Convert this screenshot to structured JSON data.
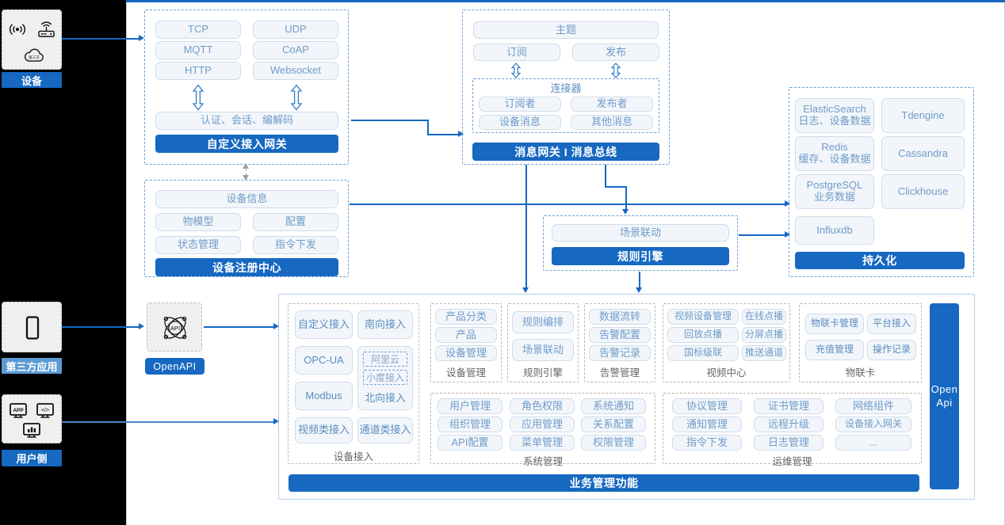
{
  "left_rail": {
    "items": [
      {
        "label": "设备",
        "icons": [
          "signal-tower-icon",
          "router-icon",
          "cloud-icon"
        ],
        "style": "solid"
      },
      {
        "label": "第三方应用",
        "icons": [
          "mobile-phone-icon"
        ],
        "style": "pale"
      },
      {
        "label": "用户侧",
        "icons": [
          "app-monitor-icon",
          "code-monitor-icon",
          "chart-monitor-icon"
        ],
        "style": "solid"
      }
    ]
  },
  "openapi": {
    "icon": "api-atom-icon",
    "label": "OpenAPI"
  },
  "gateway": {
    "protocols": [
      "TCP",
      "UDP",
      "MQTT",
      "CoAP",
      "HTTP",
      "Websocket"
    ],
    "middle": "认证、会话、编解码",
    "bar": "自定义接入网关"
  },
  "message_bus": {
    "topic": "主题",
    "subscribe": "订阅",
    "publish": "发布",
    "connector_title": "连接器",
    "connector_items": [
      "订阅者",
      "发布者",
      "设备消息",
      "其他消息"
    ],
    "bar": "消息网关 I 消息总线"
  },
  "registry": {
    "info": "设备信息",
    "items": [
      "物模型",
      "配置",
      "状态管理",
      "指令下发"
    ],
    "bar": "设备注册中心"
  },
  "rule_engine": {
    "scene": "场景联动",
    "bar": "规则引擎"
  },
  "persistence": {
    "items": [
      {
        "name": "ElasticSearch",
        "sub": "日志、设备数据"
      },
      {
        "name": "Tdengine",
        "sub": ""
      },
      {
        "name": "Redis",
        "sub": "缓存、设备数据"
      },
      {
        "name": "Cassandra",
        "sub": ""
      },
      {
        "name": "PostgreSQL",
        "sub": "业务数据"
      },
      {
        "name": "Clickhouse",
        "sub": ""
      },
      {
        "name": "Influxdb",
        "sub": ""
      }
    ],
    "bar": "持久化"
  },
  "business": {
    "bottom_bar": "业务管理功能",
    "open_api_bar": "Open\nApi",
    "device_access": {
      "title": "设备接入",
      "items": [
        "自定义接入",
        "南向接入",
        "OPC-UA",
        "阿里云",
        "小度接入",
        "北向接入",
        "Modbus",
        "视频类接入",
        "通道类接入"
      ]
    },
    "columns_row1": [
      {
        "title": "设备管理",
        "items": [
          "产品分类",
          "产品",
          "设备管理"
        ]
      },
      {
        "title": "规则引擎",
        "items": [
          "规则编排",
          "场景联动"
        ]
      },
      {
        "title": "告警管理",
        "items": [
          "数据流转",
          "告警配置",
          "告警记录"
        ]
      },
      {
        "title": "视频中心",
        "items": [
          "视频设备管理",
          "在线点播",
          "回放点播",
          "分屏点播",
          "国标级联",
          "推送通道"
        ]
      },
      {
        "title": "物联卡",
        "items": [
          "物联卡管理",
          "平台接入",
          "充值管理",
          "操作记录"
        ]
      }
    ],
    "columns_row2": [
      {
        "title": "系统管理",
        "items": [
          "用户管理",
          "角色权限",
          "系统通知",
          "组织管理",
          "应用管理",
          "关系配置",
          "API配置",
          "菜单管理",
          "权限管理"
        ]
      },
      {
        "title": "运维管理",
        "items": [
          "协议管理",
          "证书管理",
          "网络组件",
          "通知管理",
          "远程升级",
          "设备接入网关",
          "指令下发",
          "日志管理",
          "..."
        ]
      }
    ]
  },
  "colors": {
    "accent": "#1668c1",
    "chip_text": "#6f9bc9",
    "chip_bg": "#f2f6fa",
    "dashed_border": "#6a9fd8",
    "canvas": "#ffffff",
    "rail": "#000000"
  }
}
